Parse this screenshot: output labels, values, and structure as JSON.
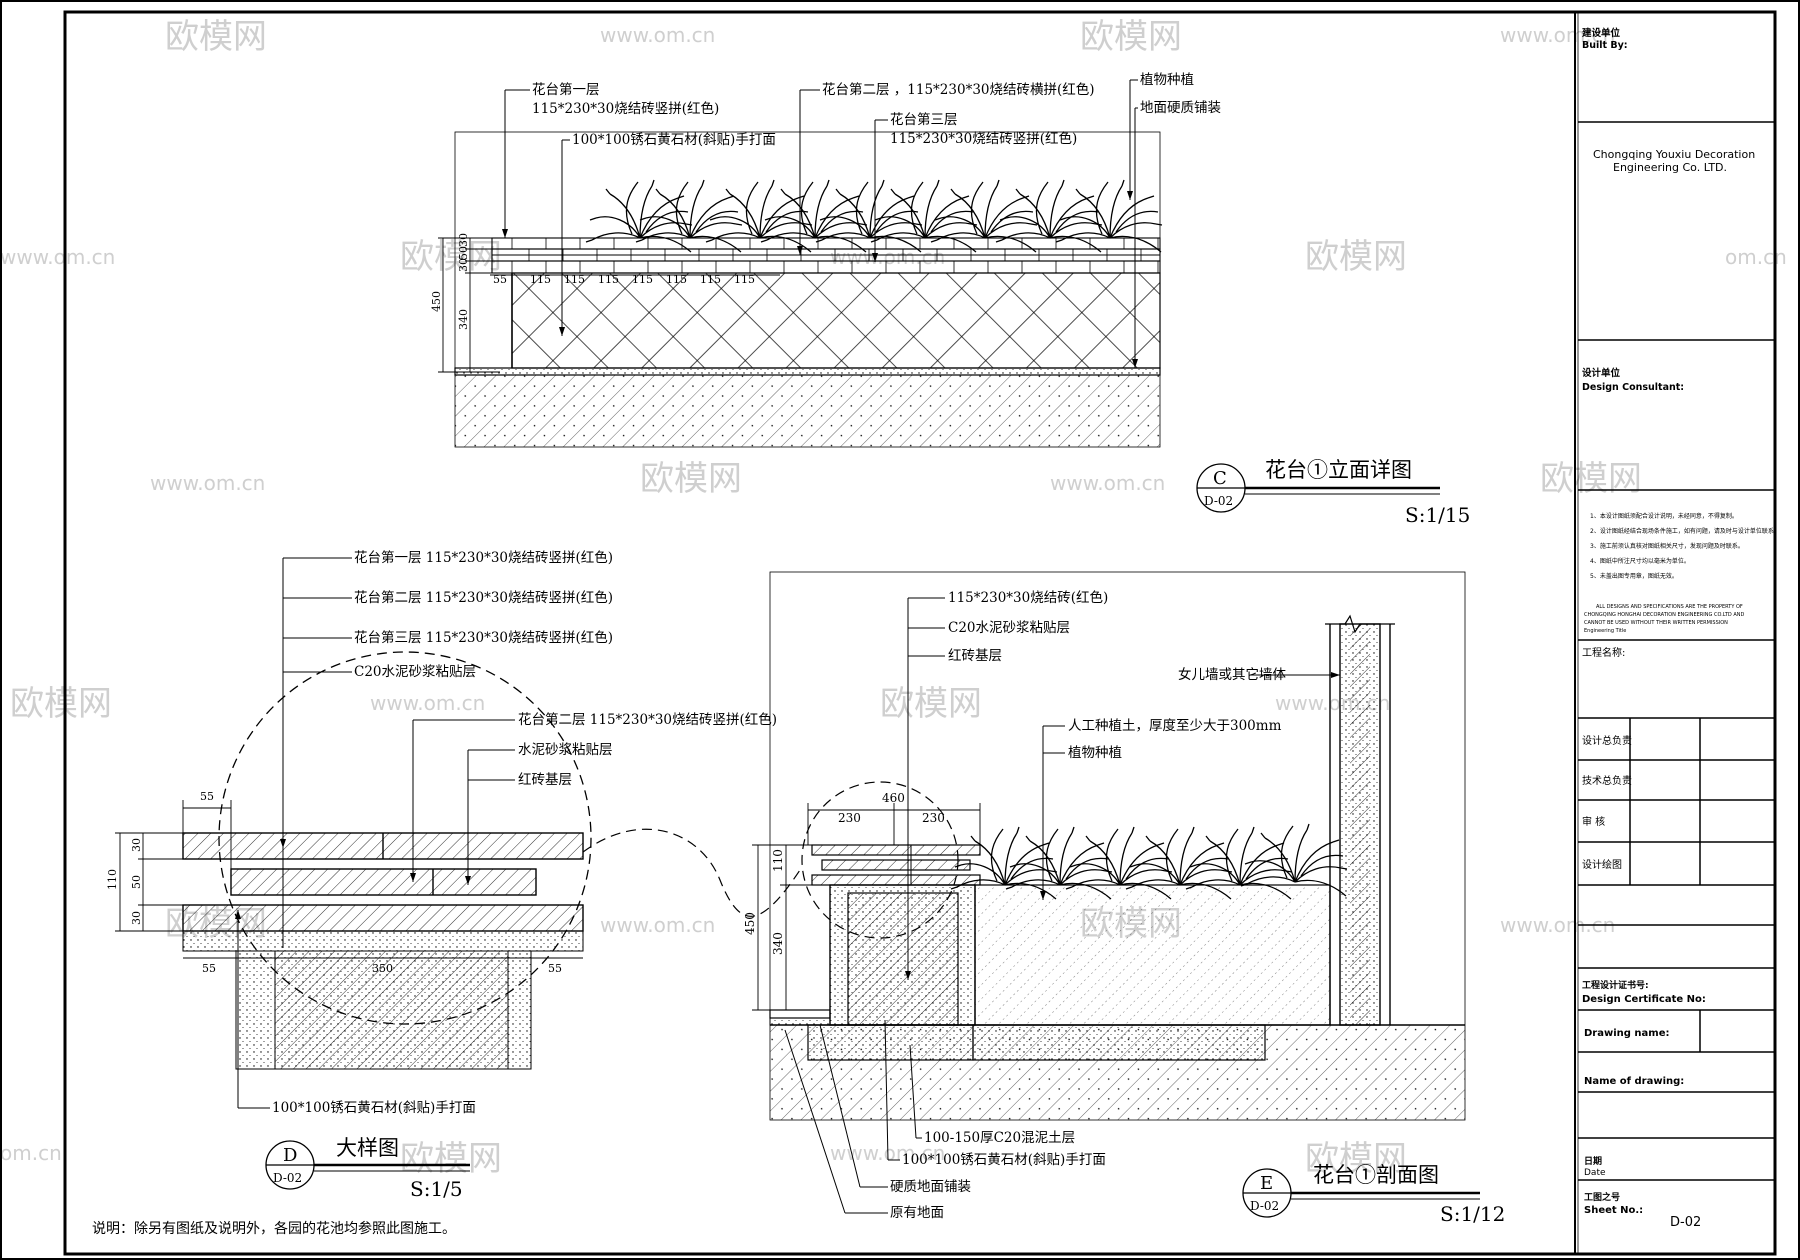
{
  "watermarks": {
    "brand": "欧模网",
    "site": "www.om.cn",
    "short": "om.cn"
  },
  "elevation": {
    "labels": {
      "layer1": "花台第一层",
      "layer1_spec": "115*230*30烧结砖竖拼(红色)",
      "stone": "100*100锈石黄石材(斜贴)手打面",
      "layer2": "花台第二层 ，115*230*30烧结砖横拼(红色)",
      "layer3": "花台第三层",
      "layer3_spec": "115*230*30烧结砖竖拼(红色)",
      "plants": "植物种植",
      "paving": "地面硬质铺装"
    },
    "dims": {
      "total": "450",
      "base": "340",
      "t1": "30",
      "t2": "50",
      "t3": "30",
      "first": "55",
      "seg": "115"
    },
    "title": {
      "id": "C",
      "ref": "D-02",
      "name": "花台①立面详图",
      "scale": "S:1/15"
    }
  },
  "detail": {
    "labels": {
      "l1": "花台第一层 115*230*30烧结砖竖拼(红色)",
      "l2": "花台第二层 115*230*30烧结砖竖拼(红色)",
      "l3": "花台第三层 115*230*30烧结砖竖拼(红色)",
      "mortar": "C20水泥砂浆粘贴层",
      "l2b": "花台第二层 115*230*30烧结砖竖拼(红色)",
      "mortar2": "水泥砂浆粘贴层",
      "base": "红砖基层",
      "stone": "100*100锈石黄石材(斜贴)手打面"
    },
    "dims": {
      "top": "55",
      "h": "110",
      "a": "30",
      "b": "50",
      "c": "30",
      "left": "55",
      "mid": "350",
      "right": "55"
    },
    "title": {
      "id": "D",
      "ref": "D-02",
      "name": "大样图",
      "scale": "S:1/5"
    }
  },
  "section": {
    "labels": {
      "brick": "115*230*30烧结砖(红色)",
      "mortar": "C20水泥砂浆粘贴层",
      "base": "红砖基层",
      "wall": "女儿墙或其它墙体",
      "soil": "人工种植土，厚度至少大于300mm",
      "plants": "植物种植",
      "concrete": "100-150厚C20混泥土层",
      "stone": "100*100锈石黄石材(斜贴)手打面",
      "paving": "硬质地面铺装",
      "ground": "原有地面"
    },
    "dims": {
      "total": "460",
      "a": "230",
      "b": "230",
      "h1": "110",
      "h2": "450",
      "h3": "340"
    },
    "title": {
      "id": "E",
      "ref": "D-02",
      "name": "花台①剖面图",
      "scale": "S:1/12"
    }
  },
  "note": "说明：除另有图纸及说明外，各园的花池均参照此图施工。",
  "title_block": {
    "built_by_cn": "建设单位",
    "built_by": "Built By:",
    "company_1": "Chongqing Youxiu Decoration",
    "company_2": "Engineering Co. LTD.",
    "consultant_cn": "设计单位",
    "consultant": "Design Consultant:",
    "notes": [
      "1、本设计图纸须配合设计说明，未经同意，不得复制。",
      "2、设计图纸经结合现场条件施工，如有问题，请及时与设计单位联系。",
      "3、施工前须认真核对图纸相关尺寸，发现问题及时联系。",
      "4、图纸中所注尺寸均以毫米为单位。",
      "5、未盖出图专用章，图纸无效。"
    ],
    "rights_1": "ALL DESIGNS AND SPECIFICATIONS ARE THE PROPERTY OF",
    "rights_2": "CHONGQING HONGHAI DECORATION ENGINEERING CO.LTD AND",
    "rights_3": "CANNOT BE USED WITHOUT THEIR WRITTEN PERMISSION",
    "rights_4": "Engineering Title",
    "project_name": "工程名称:",
    "roles": [
      "设计总负责",
      "技术总负责",
      "审 核",
      "设计绘图"
    ],
    "cert_cn": "工程设计证书号:",
    "cert": "Design Certificate No:",
    "drawing_name": "Drawing name:",
    "name_of_drawing": "Name of drawing:",
    "date_cn": "日期",
    "date": "Date",
    "sheet_cn": "工图之号",
    "sheet": "Sheet No.:",
    "sheet_no": "D-02"
  }
}
